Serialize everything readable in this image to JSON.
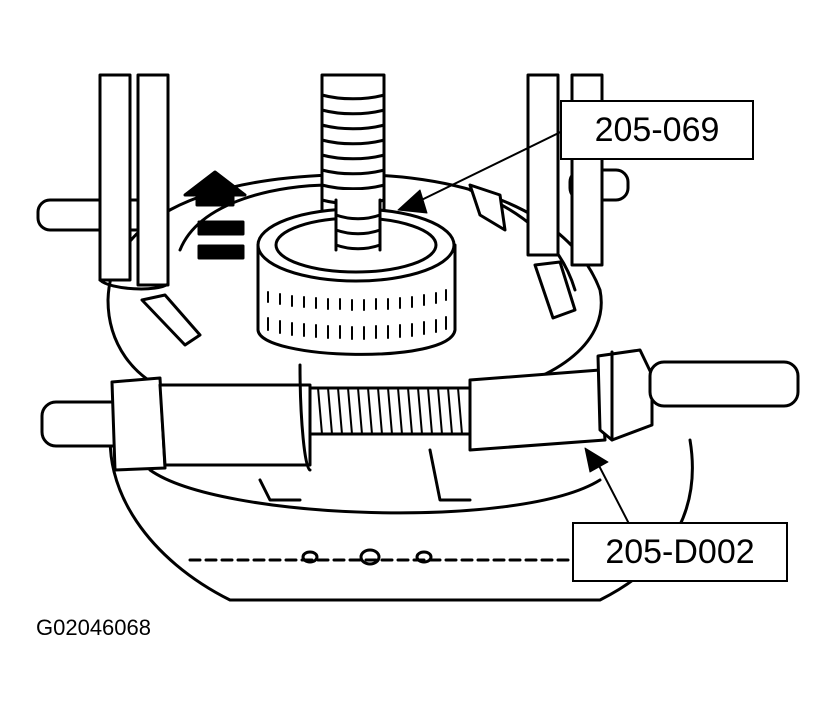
{
  "figure_id": "G02046068",
  "callouts": {
    "tool_top": "205-069",
    "tool_bottom": "205-D002"
  },
  "colors": {
    "line": "#000000",
    "background": "#ffffff"
  }
}
